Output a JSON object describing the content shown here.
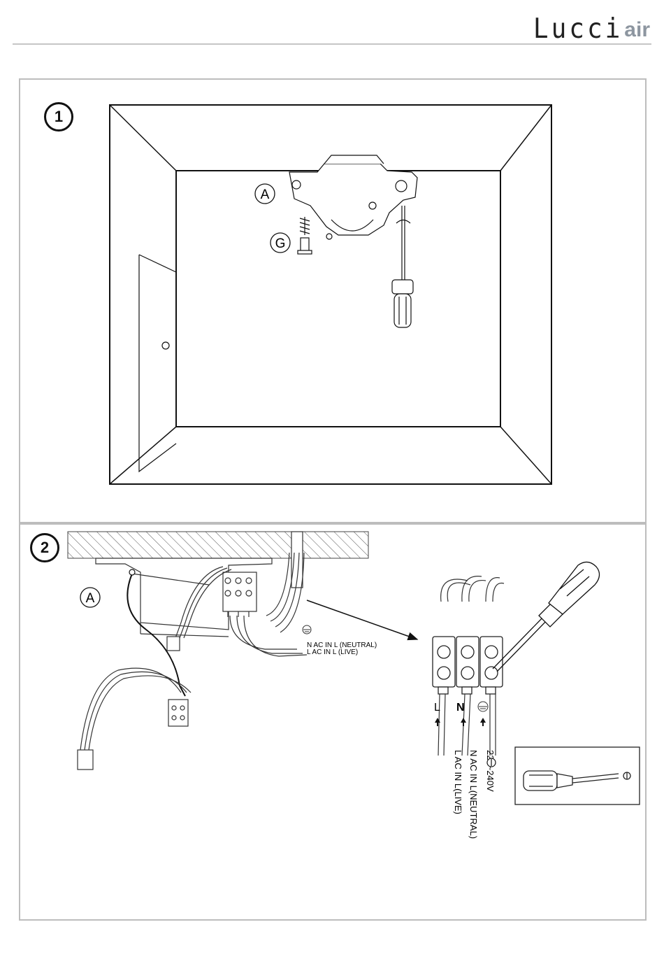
{
  "header": {
    "brand_main": "Lucci",
    "brand_accent": "air",
    "accent_color": "#8d96a0"
  },
  "steps": [
    {
      "number": "1",
      "labels": {
        "part_a": "A",
        "part_g": "G"
      }
    },
    {
      "number": "2",
      "labels": {
        "part_a": "A",
        "neutral_line": "N AC IN L (NEUTRAL)",
        "live_line": "L AC IN L (LIVE)",
        "terminal_l": "L",
        "terminal_n": "N",
        "voltage": "220~240V",
        "rot_neutral": "N AC IN L(NEUTRAL)",
        "rot_live": "L AC IN L(LIVE)"
      }
    }
  ]
}
